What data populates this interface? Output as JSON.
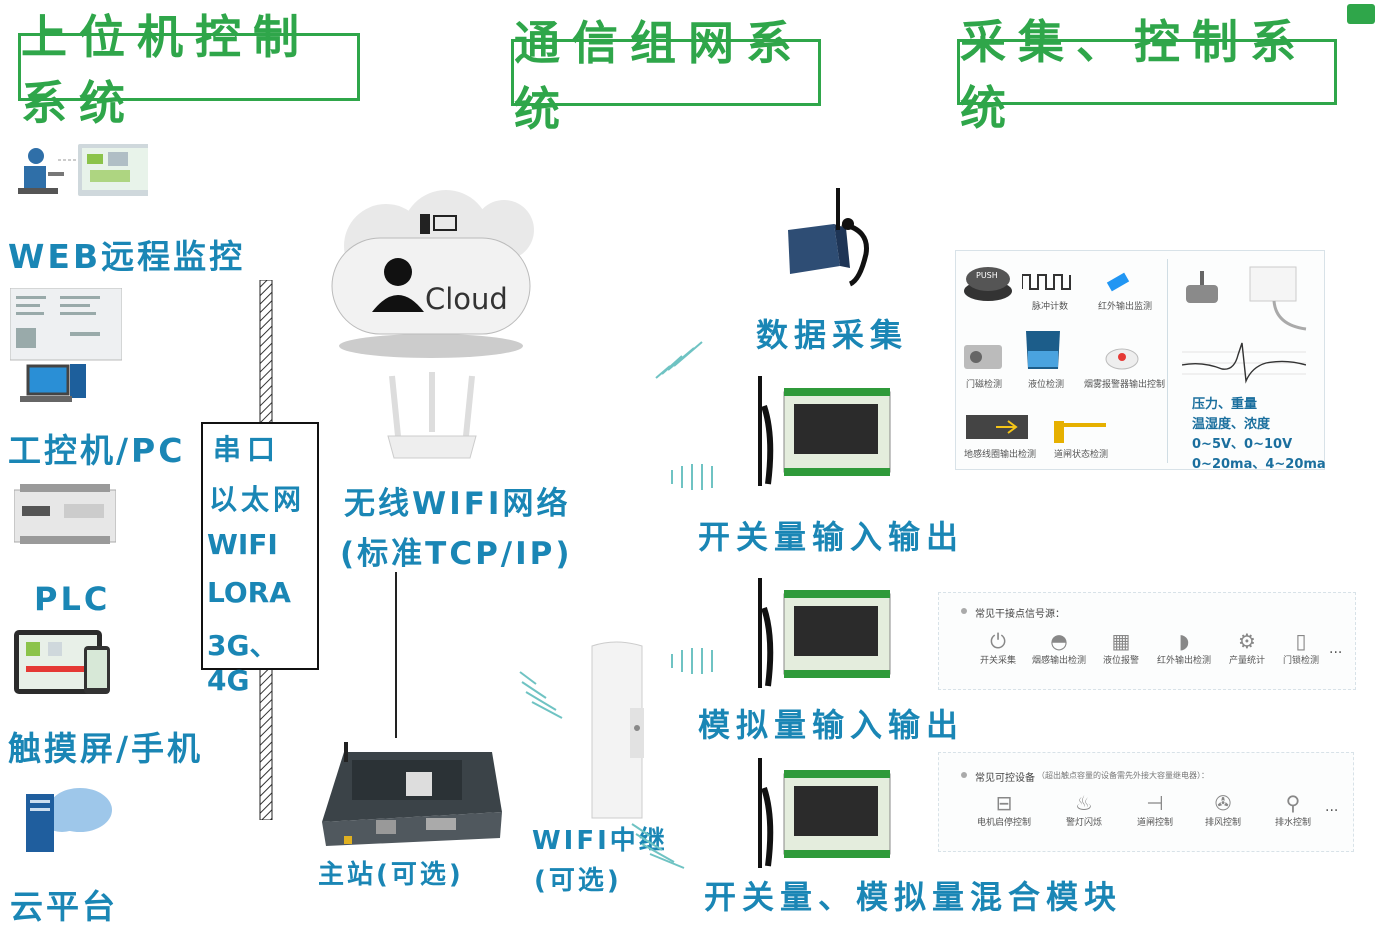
{
  "headers": {
    "left": "上位机控制系统",
    "center": "通信组网系统",
    "right": "采集、控制系统"
  },
  "left_column": {
    "web": "WEB远程监控",
    "ipc": "工控机/PC",
    "plc": "PLC",
    "touch": "触摸屏/手机",
    "cloud": "云平台"
  },
  "comm_box": {
    "lines": [
      "串口",
      "以太网",
      "WIFI",
      "LORA",
      "3G、4G"
    ]
  },
  "center": {
    "cloud_label": "Cloud",
    "wifi_line1": "无线WIFI网络",
    "wifi_line2": "(标准TCP/IP)",
    "master": "主站(可选)",
    "relay_line1": "WIFI中继",
    "relay_line2": "(可选)"
  },
  "right_column": {
    "data_collect": "数据采集",
    "switch_io": "开关量输入输出",
    "analog_io": "模拟量输入输出",
    "mixed": "开关量、模拟量混合模块"
  },
  "sensor_panel": {
    "items": [
      "脉冲计数",
      "红外输出监测",
      "门磁检测",
      "液位检测",
      "烟雾报警器输出控制",
      "地感线圈输出检测",
      "道闸状态检测"
    ],
    "push_label": "PUSH",
    "text_lines": [
      "压力、重量",
      "温湿度、浓度",
      "0~5V、0~10V",
      "0~20ma、4~20ma"
    ]
  },
  "dry_contact_panel": {
    "title": "常见干接点信号源：",
    "items": [
      "开关采集",
      "烟感输出检测",
      "液位报警",
      "红外输出检测",
      "产量统计",
      "门锁检测"
    ],
    "more": "..."
  },
  "control_panel": {
    "title": "常见可控设备",
    "note": "（超出触点容量的设备需先外接大容量继电器）：",
    "items": [
      "电机启停控制",
      "警灯闪烁",
      "道闸控制",
      "排风控制",
      "排水控制"
    ],
    "more": "..."
  },
  "colors": {
    "header_green": "#2fa64a",
    "label_blue": "#1a86b5",
    "signal_teal": "#5fb8b8"
  }
}
